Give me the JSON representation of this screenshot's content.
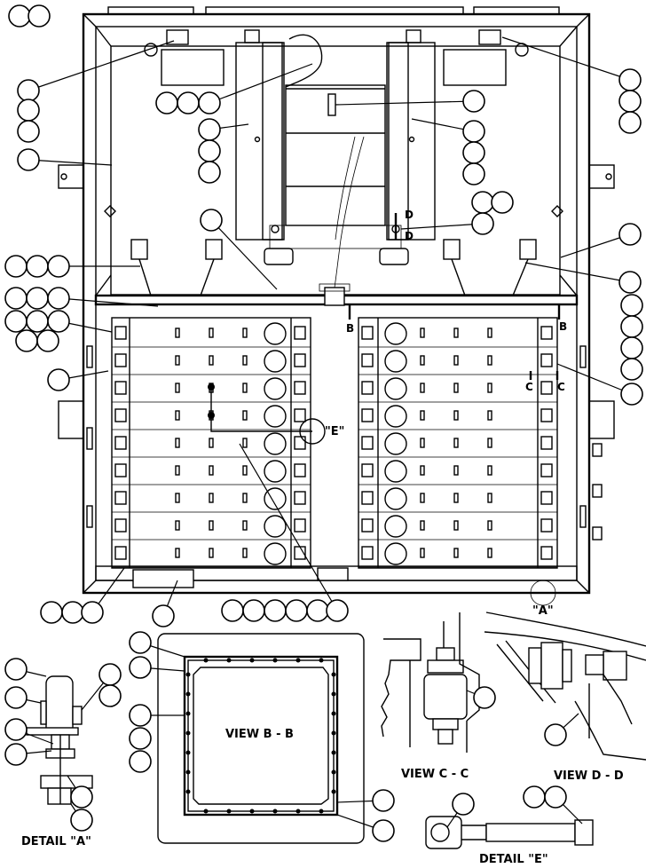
{
  "labels": {
    "section_b_left": "B",
    "section_b_right": "B",
    "section_c_left": "C",
    "section_c_right": "C",
    "section_d_top": "D",
    "section_d_bottom": "D",
    "detail_e_ref": "\"E\"",
    "detail_a_ref": "\"A\"",
    "view_bb": "VIEW B - B",
    "view_cc": "VIEW C - C",
    "view_dd": "VIEW D - D",
    "detail_a": "DETAIL \"A\"",
    "detail_e": "DETAIL \"E\""
  }
}
